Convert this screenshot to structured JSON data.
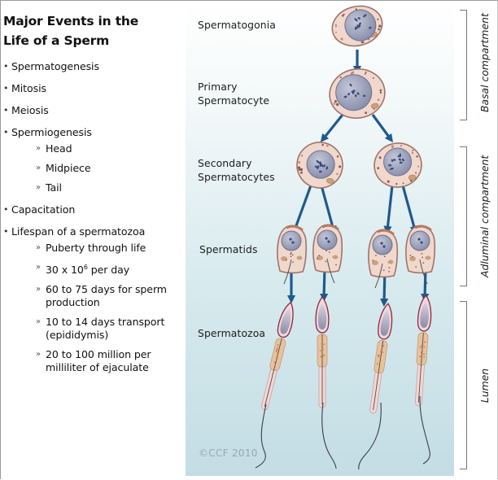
{
  "title_line1": "Major Events in the",
  "title_line2": "Life of a Sperm",
  "events": [
    {
      "label": "Spermatogenesis"
    },
    {
      "label": "Mitosis"
    },
    {
      "label": "Meiosis"
    },
    {
      "label": "Spermiogenesis",
      "sub": [
        "Head",
        "Midpiece",
        "Tail"
      ]
    },
    {
      "label": "Capacitation"
    },
    {
      "label": "Lifespan of a spermatozoa"
    }
  ],
  "lifespan_details": {
    "puberty": "Puberty through life",
    "rate_prefix": "30 x 10",
    "rate_exp": "6",
    "rate_suffix": " per day",
    "production": "60 to 75 days for sperm production",
    "transport": "10 to 14 days transport (epididymis)",
    "concentration": "20 to 100 million per milliliter of ejaculate"
  },
  "bullet_glyph": "•",
  "sub_bullet_glyph": "»",
  "diagram": {
    "stages": {
      "spermatogonia": "Spermatogonia",
      "primary_1": "Primary",
      "primary_2": "Spermatocyte",
      "secondary_1": "Secondary",
      "secondary_2": "Spermatocytes",
      "spermatids": "Spermatids",
      "spermatozoa": "Spermatozoa"
    },
    "compartments": {
      "basal": "Basal compartment",
      "adluminal": "Adluminal compartment",
      "lumen": "Lumen"
    },
    "copyright": "©CCF 2010",
    "colors": {
      "arrow": "#1f5a8c",
      "cytoplasm": "#f1d8cc",
      "membrane": "#a1736b",
      "nucleus": "#9aa0b8",
      "chromatin": "#3d4a78",
      "mitochondria": "#c9a27a",
      "bg_top": "#ffffff",
      "bg_bottom": "#c3dde4"
    }
  }
}
